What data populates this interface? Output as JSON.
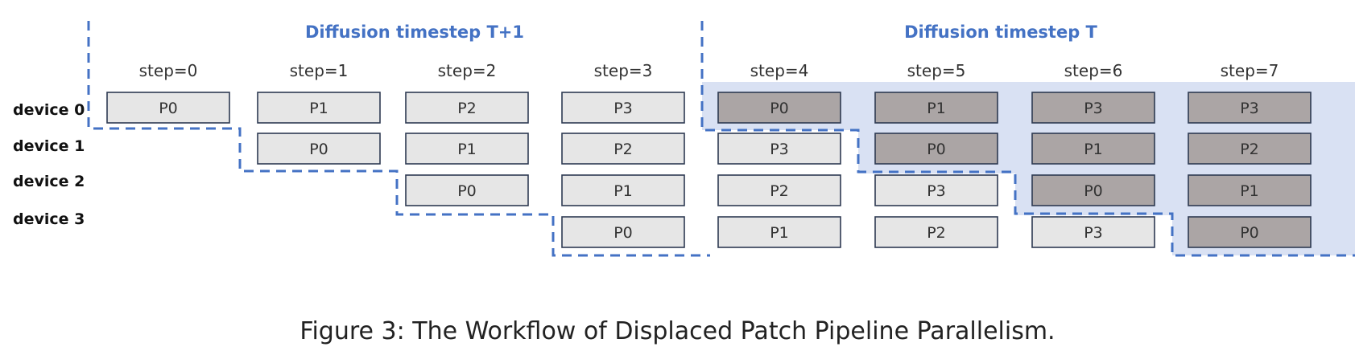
{
  "headers": {
    "left": "Diffusion timestep T+1",
    "right": "Diffusion timestep T"
  },
  "steps": [
    "step=0",
    "step=1",
    "step=2",
    "step=3",
    "step=4",
    "step=5",
    "step=6",
    "step=7"
  ],
  "devices": [
    "device 0",
    "device 1",
    "device 2",
    "device 3"
  ],
  "grid": [
    [
      "P0",
      "P1",
      "P2",
      "P3",
      "P0",
      "P1",
      "P3",
      "P3"
    ],
    [
      "",
      "P0",
      "P1",
      "P2",
      "P3",
      "P0",
      "P1",
      "P2"
    ],
    [
      "",
      "",
      "P0",
      "P1",
      "P2",
      "P3",
      "P0",
      "P1"
    ],
    [
      "",
      "",
      "",
      "P0",
      "P1",
      "P2",
      "P3",
      "P0"
    ]
  ],
  "shaded": [
    [
      false,
      false,
      false,
      false,
      true,
      true,
      true,
      true
    ],
    [
      false,
      false,
      false,
      false,
      false,
      true,
      true,
      true
    ],
    [
      false,
      false,
      false,
      false,
      false,
      false,
      true,
      true
    ],
    [
      false,
      false,
      false,
      false,
      false,
      false,
      false,
      true
    ]
  ],
  "colors": {
    "box_light": "#e6e6e6",
    "box_dark": "#aba5a5",
    "box_border": "#2e3a52",
    "region_fill": "#d9e1f3",
    "dash": "#4472c4",
    "header_text": "#4472c4"
  },
  "caption": "Figure 3: The Workflow of Displaced Patch Pipeline Parallelism."
}
